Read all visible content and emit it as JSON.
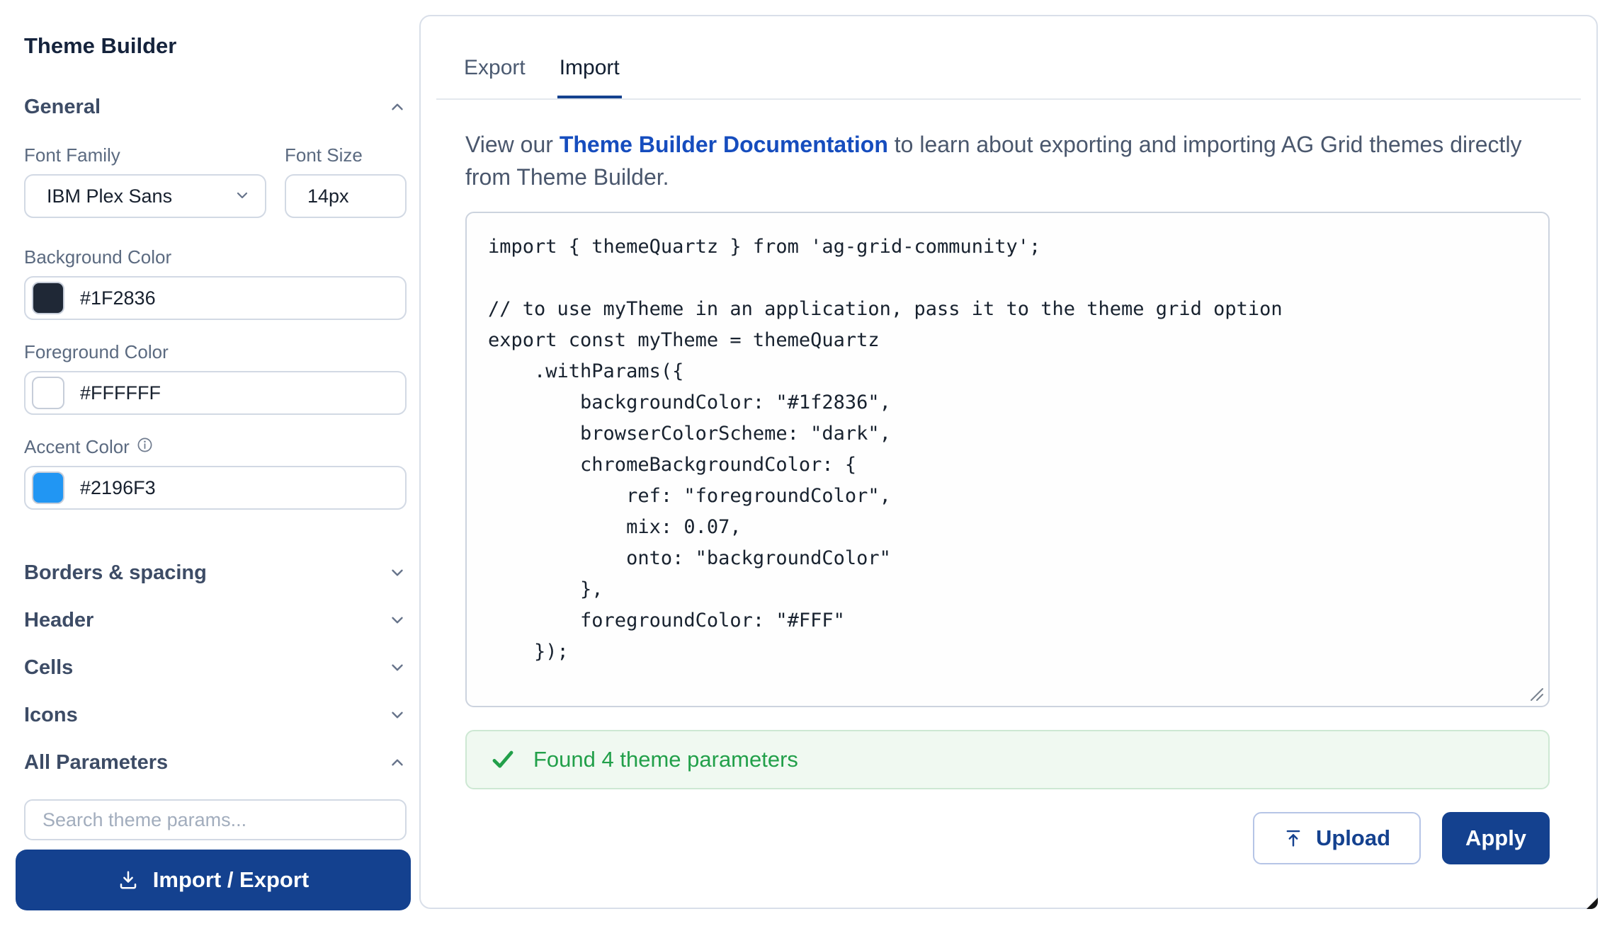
{
  "colors": {
    "brand_blue": "#14418f",
    "link_blue": "#164dbe",
    "success_green": "#22a04a",
    "success_bg": "#f0f9f1"
  },
  "sidebar": {
    "title": "Theme Builder",
    "sections": [
      {
        "label": "General",
        "state": "expanded"
      },
      {
        "label": "Borders & spacing",
        "state": "collapsed"
      },
      {
        "label": "Header",
        "state": "collapsed"
      },
      {
        "label": "Cells",
        "state": "collapsed"
      },
      {
        "label": "Icons",
        "state": "collapsed"
      },
      {
        "label": "All Parameters",
        "state": "expanded"
      }
    ],
    "fields": {
      "font_family": {
        "label": "Font Family",
        "value": "IBM Plex Sans"
      },
      "font_size": {
        "label": "Font Size",
        "value": "14px"
      },
      "background_color": {
        "label": "Background Color",
        "value": "#1F2836",
        "swatch": "#1F2836"
      },
      "foreground_color": {
        "label": "Foreground Color",
        "value": "#FFFFFF",
        "swatch": "#FFFFFF"
      },
      "accent_color": {
        "label": "Accent Color",
        "value": "#2196F3",
        "swatch": "#2196F3"
      }
    },
    "search": {
      "placeholder": "Search theme params..."
    },
    "import_export_button": {
      "label": "Import / Export"
    }
  },
  "main": {
    "tabs": [
      {
        "label": "Export",
        "active": false
      },
      {
        "label": "Import",
        "active": true
      }
    ],
    "description": {
      "prefix": "View our ",
      "link": "Theme Builder Documentation",
      "suffix": " to learn about exporting and importing AG Grid themes directly from Theme Builder."
    },
    "code": "import { themeQuartz } from 'ag-grid-community';\n\n// to use myTheme in an application, pass it to the theme grid option\nexport const myTheme = themeQuartz\n    .withParams({\n        backgroundColor: \"#1f2836\",\n        browserColorScheme: \"dark\",\n        chromeBackgroundColor: {\n            ref: \"foregroundColor\",\n            mix: 0.07,\n            onto: \"backgroundColor\"\n        },\n        foregroundColor: \"#FFF\"\n    });",
    "status": {
      "message": "Found 4 theme parameters"
    },
    "actions": {
      "upload": "Upload",
      "apply": "Apply"
    }
  }
}
